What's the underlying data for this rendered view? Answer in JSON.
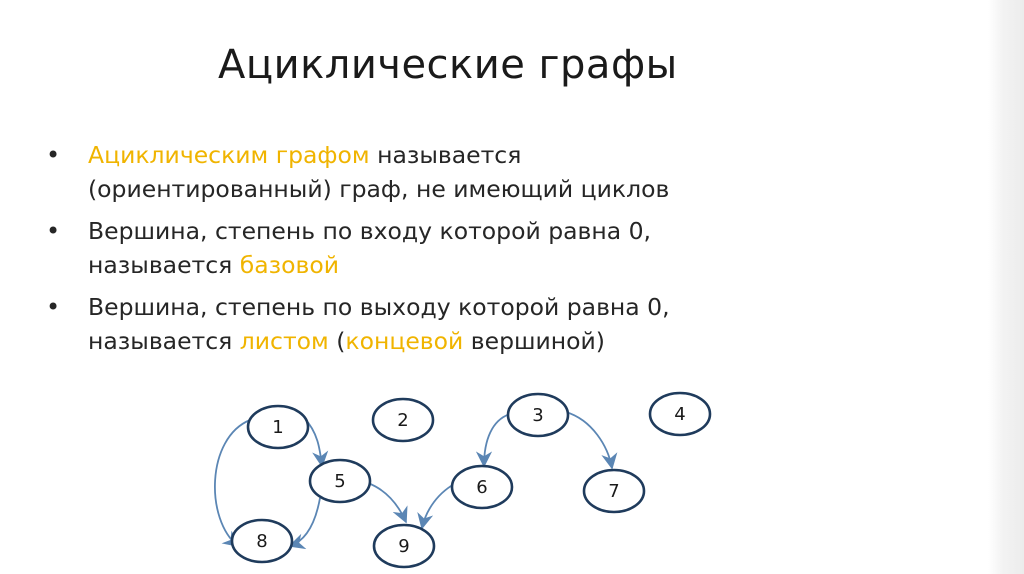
{
  "title": "Ациклические графы",
  "bullets": [
    {
      "line1_hl": "Ациклическим графом",
      "line1_rest": " называется",
      "line2": "(ориентированный) граф, не имеющий циклов"
    },
    {
      "line1": "Вершина, степень по входу которой равна 0,",
      "line2_pre": "называется ",
      "line2_hl": "базовой"
    },
    {
      "line1": "Вершина, степень по выходу которой равна 0,",
      "line2_pre": "называется ",
      "line2_hl1": "листом",
      "line2_mid1": " (",
      "line2_hl2": "концевой",
      "line2_mid2": " вершиной)"
    }
  ],
  "graph": {
    "nodes": [
      {
        "id": "1",
        "label": "1"
      },
      {
        "id": "2",
        "label": "2"
      },
      {
        "id": "3",
        "label": "3"
      },
      {
        "id": "4",
        "label": "4"
      },
      {
        "id": "5",
        "label": "5"
      },
      {
        "id": "6",
        "label": "6"
      },
      {
        "id": "7",
        "label": "7"
      },
      {
        "id": "8",
        "label": "8"
      },
      {
        "id": "9",
        "label": "9"
      }
    ],
    "edges": [
      {
        "from": "1",
        "to": "5"
      },
      {
        "from": "1",
        "to": "8"
      },
      {
        "from": "5",
        "to": "8"
      },
      {
        "from": "5",
        "to": "9"
      },
      {
        "from": "6",
        "to": "9"
      },
      {
        "from": "3",
        "to": "6"
      },
      {
        "from": "3",
        "to": "7"
      }
    ]
  },
  "colors": {
    "highlight": "#f0b400",
    "text": "#262626",
    "node_stroke": "#1f3b5c",
    "edge": "#5b86b4"
  }
}
